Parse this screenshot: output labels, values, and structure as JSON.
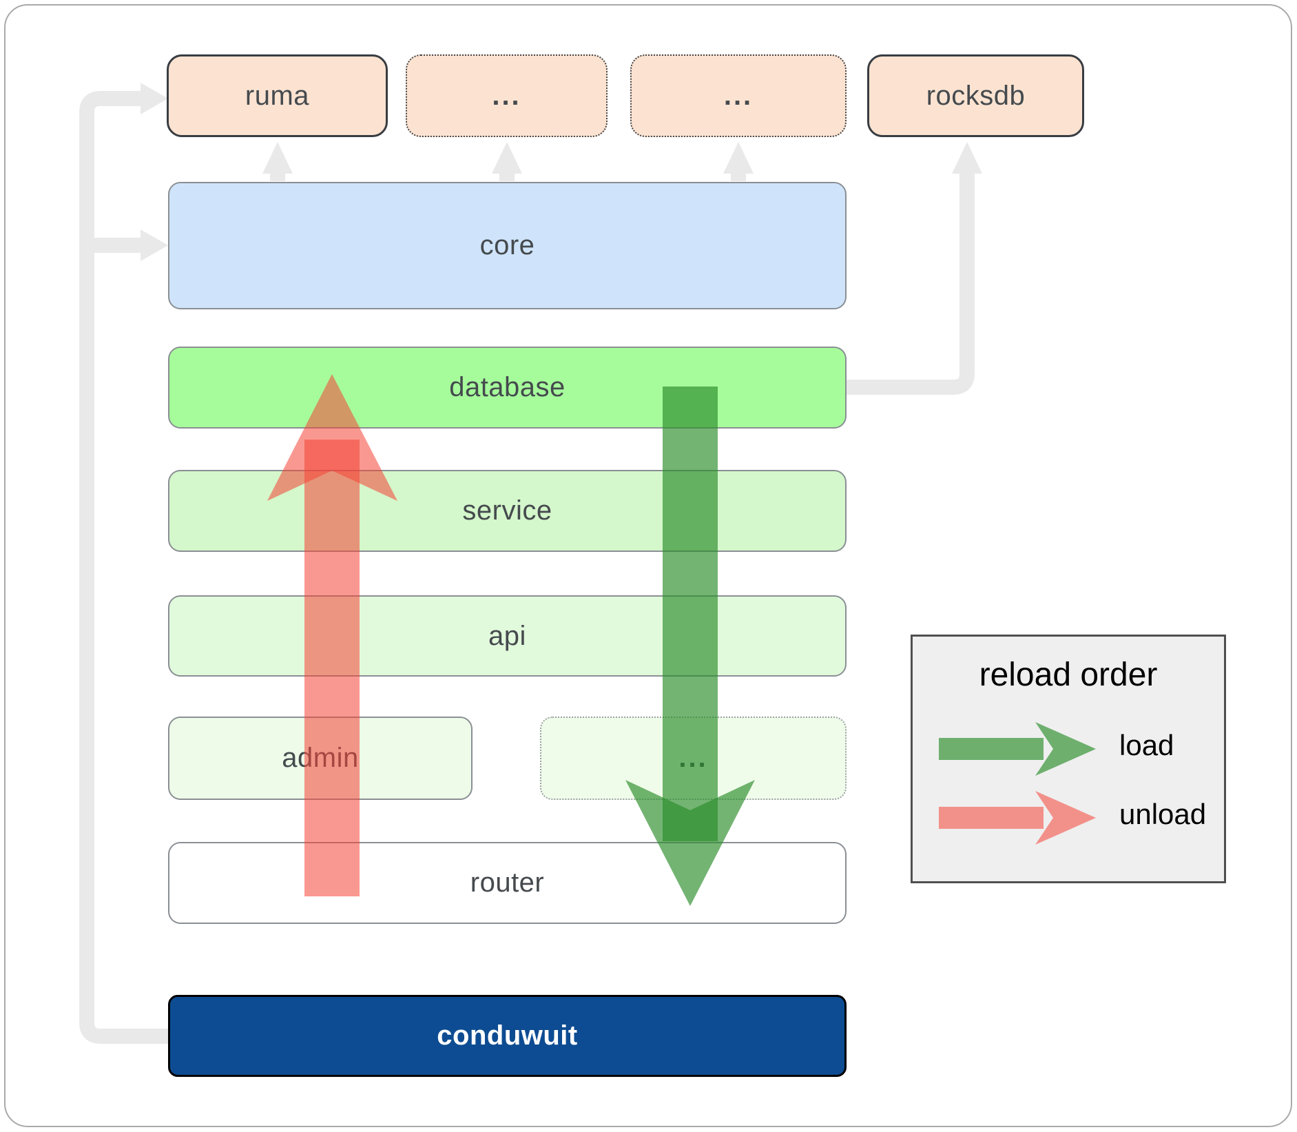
{
  "diagram": {
    "top_row": {
      "ruma": "ruma",
      "ellipsis1": "...",
      "ellipsis2": "...",
      "rocksdb": "rocksdb"
    },
    "layers": {
      "core": "core",
      "database": "database",
      "service": "service",
      "api": "api",
      "admin": "admin",
      "admin_ellipsis": "...",
      "router": "router",
      "conduwuit": "conduwuit"
    },
    "legend": {
      "title": "reload order",
      "load_label": "load",
      "unload_label": "unload"
    },
    "colors": {
      "load_arrow": "rgba(40,140,40,0.65)",
      "unload_arrow": "rgba(244,67,54,0.55)",
      "connector_gray": "#e9e9e9",
      "top_box_fill": "#fce3d1",
      "core_fill": "#cfe4fa",
      "database_fill": "#a6fc9b",
      "service_fill": "#d4f7cb",
      "api_fill": "#e2fadc",
      "admin_fill": "#edfbe8",
      "router_fill": "#ffffff",
      "conduwuit_fill": "#0d4c92",
      "legend_background": "#efefef"
    }
  }
}
